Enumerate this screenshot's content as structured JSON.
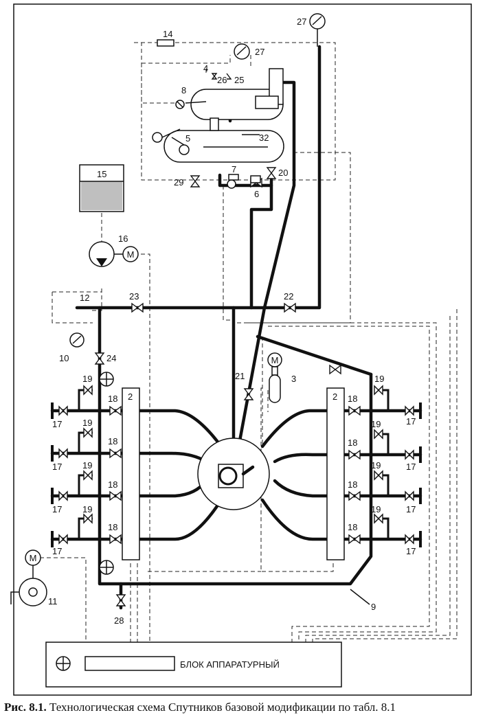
{
  "caption": {
    "prefix": "Рис. 8.1.",
    "text": "Технологическая схема Спутников базовой модификации по табл. 8.1"
  },
  "block": {
    "label": "БЛОК АППАРАТУРНЫЙ"
  },
  "pump": {
    "motor_letter": "M"
  },
  "numbers": {
    "n2": "2",
    "n3": "3",
    "n4": "4",
    "n5": "5",
    "n6": "6",
    "n7": "7",
    "n8": "8",
    "n9": "9",
    "n10": "10",
    "n11": "11",
    "n12": "12",
    "n14": "14",
    "n15": "15",
    "n16": "16",
    "n17": "17",
    "n18": "18",
    "n19": "19",
    "n20": "20",
    "n21": "21",
    "n22": "22",
    "n23": "23",
    "n24": "24",
    "n25": "25",
    "n26": "26",
    "n27": "27",
    "n28": "28",
    "n29": "29",
    "n32": "32"
  },
  "colors": {
    "line": "#111111",
    "background": "#ffffff"
  }
}
